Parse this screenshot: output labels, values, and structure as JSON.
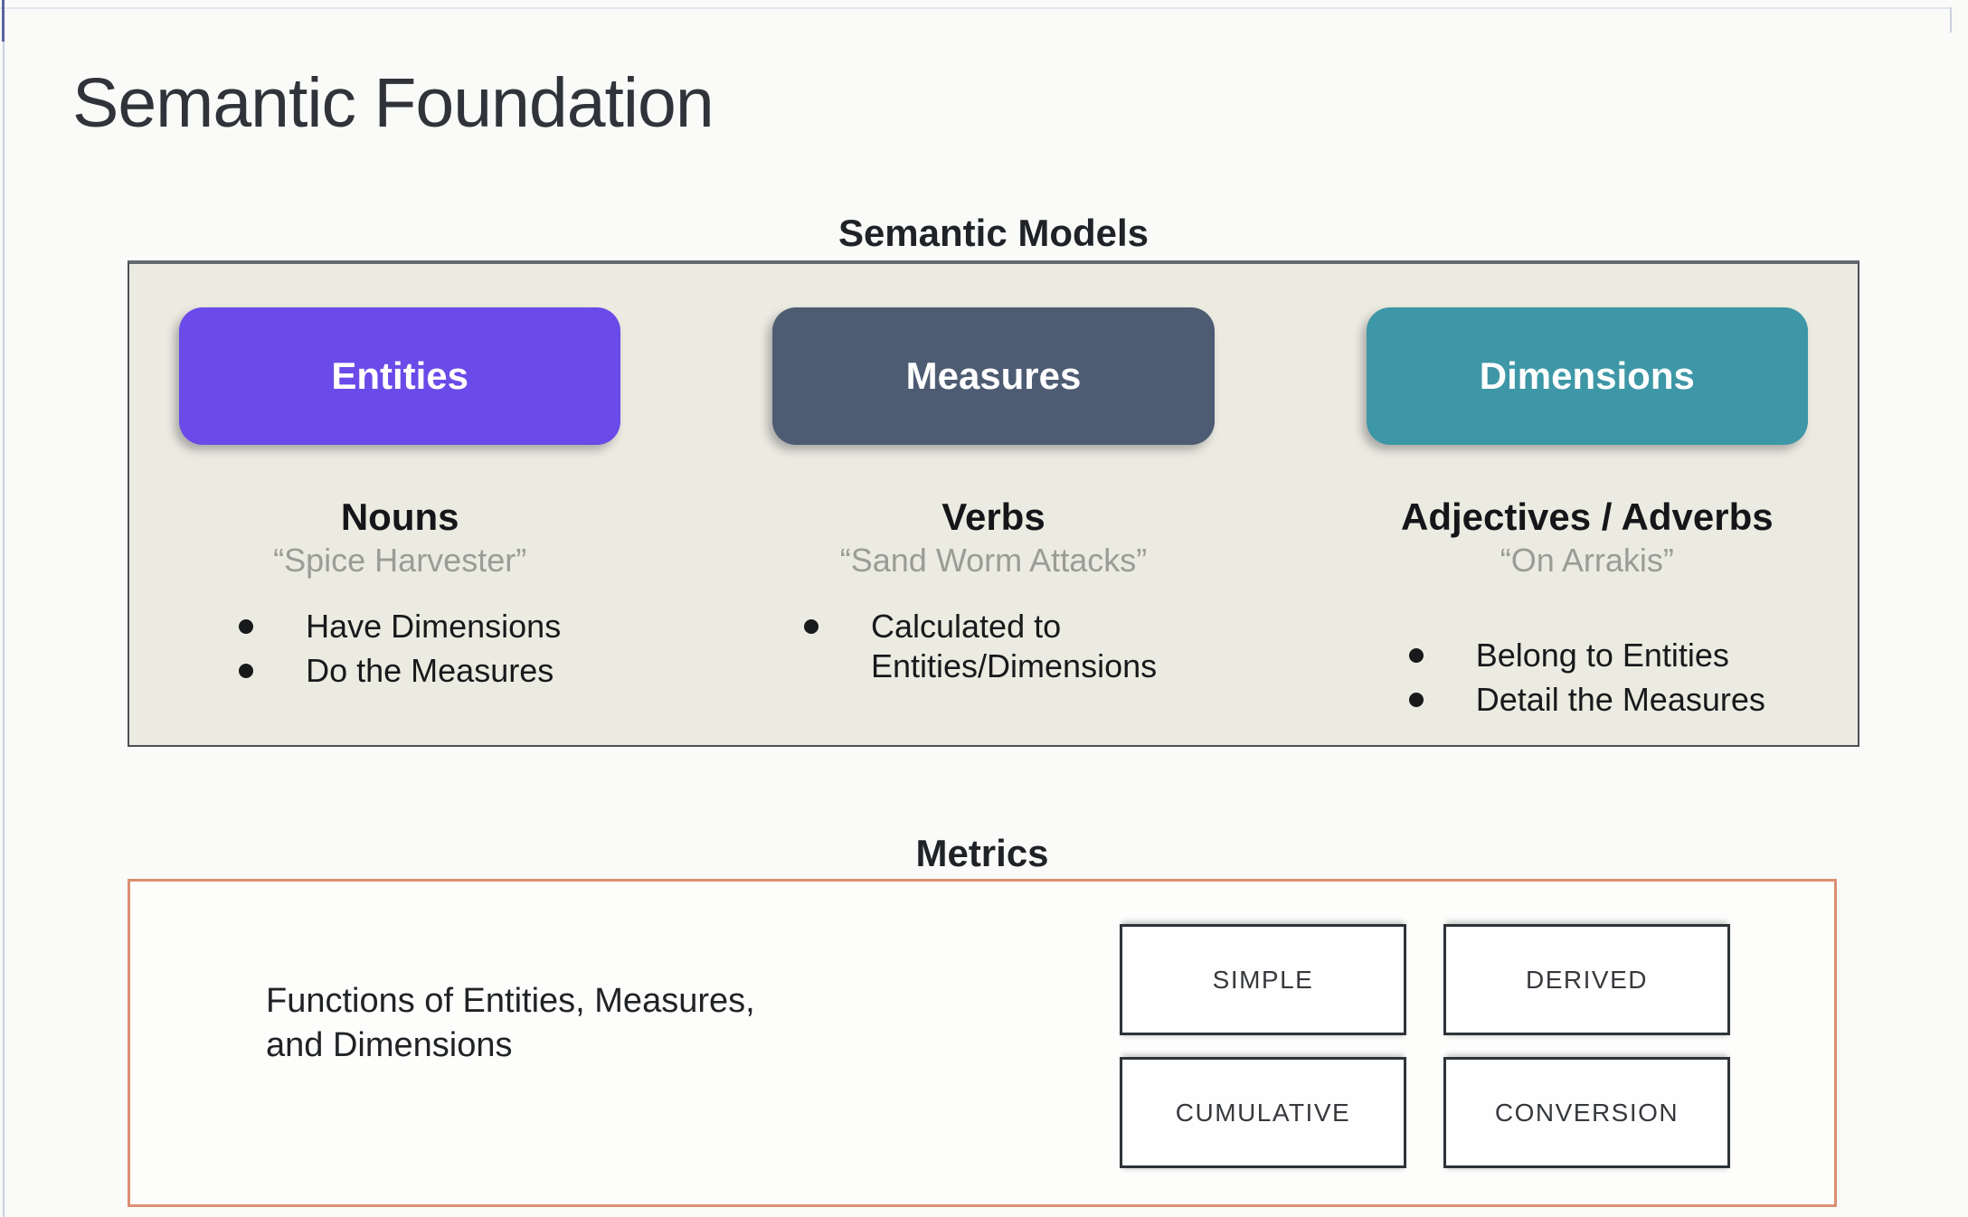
{
  "slide": {
    "title": "Semantic Foundation"
  },
  "semantic_models": {
    "heading": "Semantic Models",
    "panel_background": "#ECEBE1",
    "columns": [
      {
        "pill_label": "Entities",
        "pill_color": "#6A4AE8",
        "subtitle": "Nouns",
        "quote": "“Spice Harvester”",
        "bullets": [
          "Have Dimensions",
          "Do the Measures"
        ]
      },
      {
        "pill_label": "Measures",
        "pill_color": "#4E5C73",
        "subtitle": "Verbs",
        "quote": "“Sand Worm Attacks”",
        "bullets": [
          "Calculated to Entities/Dimensions"
        ]
      },
      {
        "pill_label": "Dimensions",
        "pill_color": "#3E97A6",
        "subtitle": "Adjectives / Adverbs",
        "quote": "“On Arrakis”",
        "bullets": [
          "Belong to Entities",
          "Detail the Measures"
        ]
      }
    ]
  },
  "metrics": {
    "heading": "Metrics",
    "accent_border_color": "#DD8E73",
    "description_line1": "Functions of Entities, Measures,",
    "description_line2": "and Dimensions",
    "types": [
      "SIMPLE",
      "DERIVED",
      "CUMULATIVE",
      "CONVERSION"
    ]
  }
}
